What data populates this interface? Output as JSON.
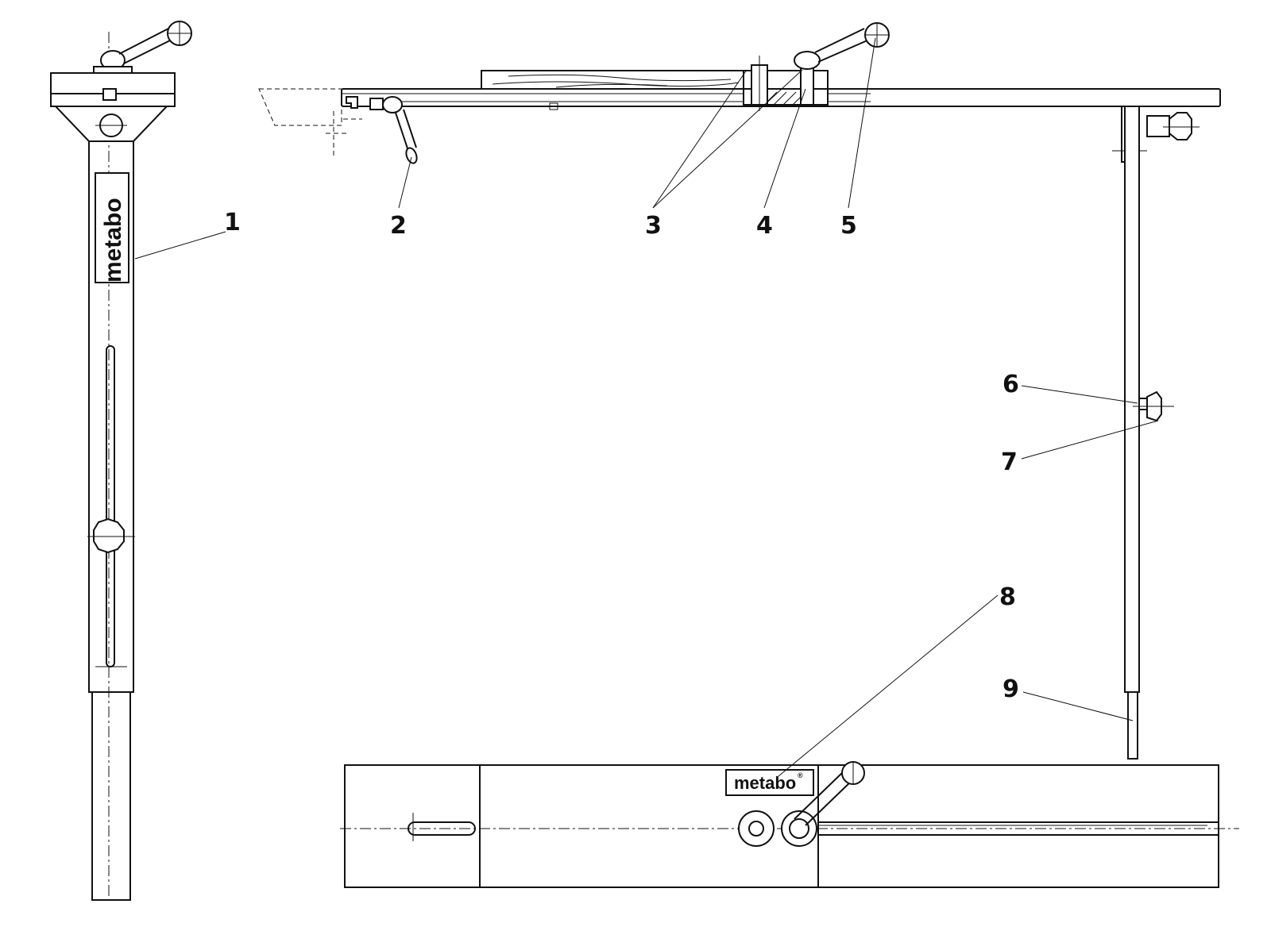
{
  "brand": {
    "logo_text": "metabo",
    "registered_mark": "®"
  },
  "callouts": [
    {
      "number": "1"
    },
    {
      "number": "2"
    },
    {
      "number": "3"
    },
    {
      "number": "4"
    },
    {
      "number": "5"
    },
    {
      "number": "6"
    },
    {
      "number": "7"
    },
    {
      "number": "8"
    },
    {
      "number": "9"
    }
  ],
  "views": [
    {
      "id": "side-view-support-leg"
    },
    {
      "id": "front-view-extension-table"
    },
    {
      "id": "top-view-rail"
    }
  ],
  "colors": {
    "line": "#111111",
    "background": "#ffffff"
  }
}
